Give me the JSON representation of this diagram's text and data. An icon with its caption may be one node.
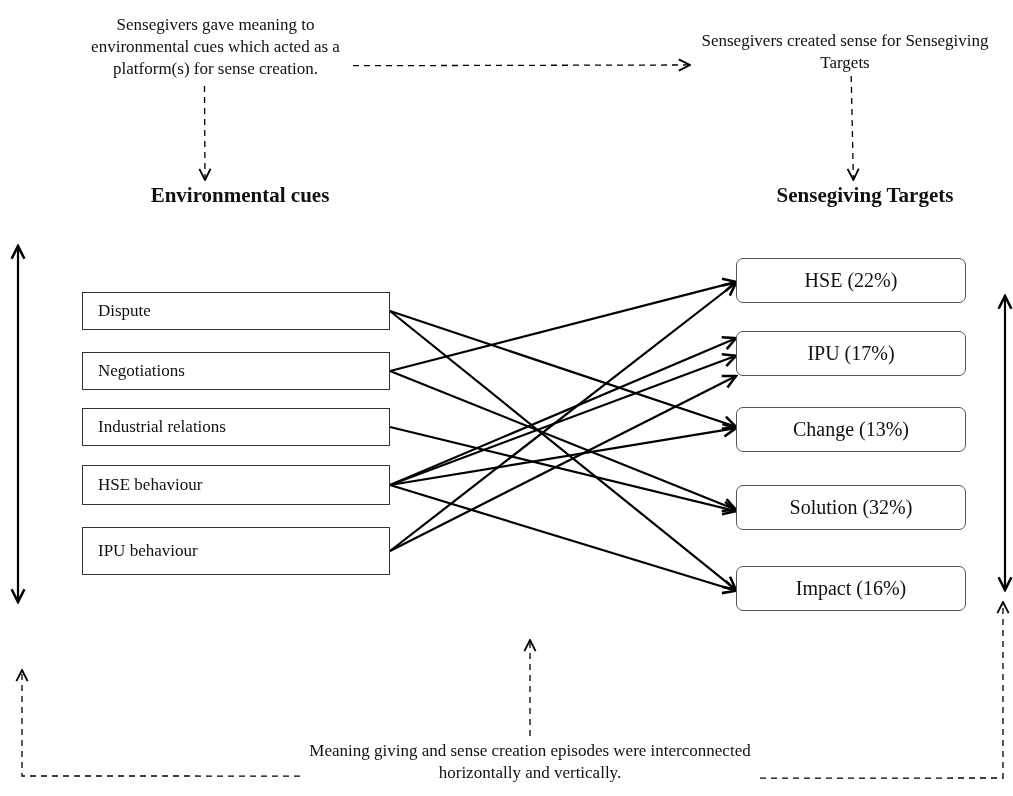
{
  "diagram": {
    "nodes": [
      {
        "text": [
          "Sensegivers gave meaning to environmental cues which acted as a platform(s) for sense creation."
        ]
      },
      {
        "text": [
          "Sensegivers created sense for Sensegiving Targets"
        ]
      },
      {
        "text": [
          "Environmental cues"
        ]
      },
      {
        "text": [
          "Sensegiving Targets"
        ]
      },
      {
        "text": [
          "Dispute"
        ]
      },
      {
        "text": [
          "Negotiations"
        ]
      },
      {
        "text": [
          "Industrial relations"
        ]
      },
      {
        "text": [
          "HSE behaviour"
        ]
      },
      {
        "text": [
          "IPU behaviour"
        ]
      },
      {
        "text": [
          "HSE (22%)"
        ]
      },
      {
        "text": [
          "IPU (17%)"
        ]
      },
      {
        "text": [
          "Change (13%)"
        ]
      },
      {
        "text": [
          "Solution (32%)"
        ]
      },
      {
        "text": [
          "Impact (16%)"
        ]
      },
      {
        "text": [
          "Meaning giving and sense creation episodes were interconnected horizontally and vertically."
        ]
      }
    ],
    "edges": [
      {
        "from": 0,
        "to": 1,
        "arrow": "to",
        "style": "dashed"
      },
      {
        "from": 0,
        "to": 2,
        "arrow": "to",
        "style": "dashed"
      },
      {
        "from": 1,
        "to": 3,
        "arrow": "to",
        "style": "dashed"
      },
      {
        "from": 14,
        "to": null,
        "arrow": "to",
        "style": "dashed"
      },
      {
        "from": 14,
        "to": null,
        "arrow": "to",
        "style": "dashed"
      },
      {
        "from": 14,
        "to": null,
        "arrow": "to",
        "style": "dashed"
      },
      {
        "from": 4,
        "to": 11,
        "arrow": "to"
      },
      {
        "from": 4,
        "to": 13,
        "arrow": "to"
      },
      {
        "from": 5,
        "to": 9,
        "arrow": "to"
      },
      {
        "from": 5,
        "to": 12,
        "arrow": "to"
      },
      {
        "from": 6,
        "to": 12,
        "arrow": "to"
      },
      {
        "from": 7,
        "to": 10,
        "arrow": "to"
      },
      {
        "from": 7,
        "to": 10,
        "arrow": "to"
      },
      {
        "from": 7,
        "to": 11,
        "arrow": "to"
      },
      {
        "from": 7,
        "to": 13,
        "arrow": "to"
      },
      {
        "from": 8,
        "to": 9,
        "arrow": "to"
      },
      {
        "from": 8,
        "to": 10,
        "arrow": "to"
      }
    ]
  }
}
